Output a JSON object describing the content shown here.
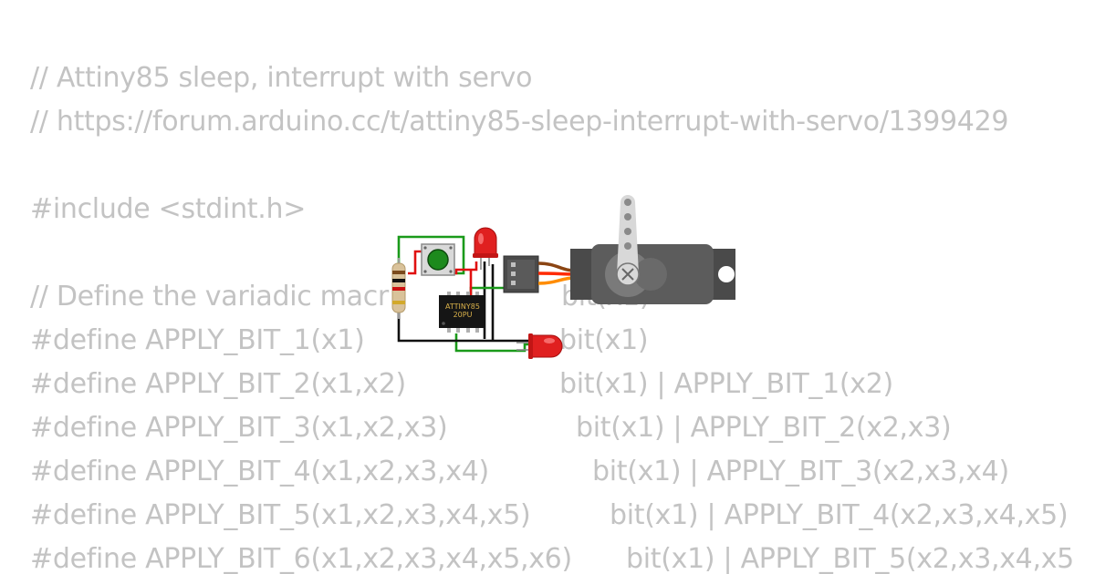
{
  "code_lines": [
    [
      "// Attiny85 sleep, interrupt with servo"
    ],
    [
      "// https://forum.arduino.cc/t/attiny85-sleep-interrupt-with-servo/1399429"
    ],
    [
      ""
    ],
    [
      "#include <stdint.h>"
    ],
    [
      ""
    ],
    [
      "// Define the variadic macr",
      "bit(x1)"
    ],
    [
      "#define APPLY_BIT_1(x1)",
      "bit(x1)"
    ],
    [
      "#define APPLY_BIT_2(x1,x2)",
      "bit(x1) | APPLY_BIT_1(x2)"
    ],
    [
      "#define APPLY_BIT_3(x1,x2,x3)",
      "bit(x1) | APPLY_BIT_2(x2,x3)"
    ],
    [
      "#define APPLY_BIT_4(x1,x2,x3,x4)",
      "bit(x1) | APPLY_BIT_3(x2,x3,x4)"
    ],
    [
      "#define APPLY_BIT_5(x1,x2,x3,x4,x5)",
      "bit(x1) | APPLY_BIT_4(x2,x3,x4,x5)"
    ],
    [
      "#define APPLY_BIT_6(x1,x2,x3,x4,x5,x6)",
      "bit(x1) | APPLY_BIT_5(x2,x3,x4,x5"
    ]
  ],
  "chip": {
    "line1": "ATTINY85",
    "line2": "20PU"
  },
  "colors": {
    "code_text": "#c3c3c3",
    "wire_green": "#1a9a1a",
    "wire_red": "#e01010",
    "wire_black": "#111111",
    "led": "#e02020",
    "servo_body": "#5c5c5c",
    "servo_horn": "#d8d8d8",
    "chip_label": "#d9b14a"
  },
  "icons": [
    "resistor-icon",
    "pushbutton-icon",
    "red-led-icon",
    "attiny85-chip-icon",
    "servo-connector-icon",
    "servo-motor-icon"
  ]
}
